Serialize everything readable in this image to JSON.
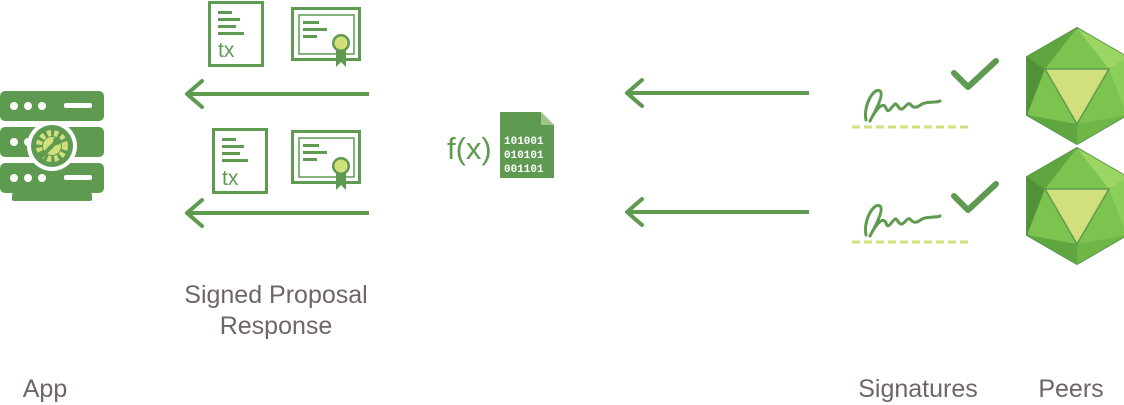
{
  "labels": {
    "app": "App",
    "signed_proposal_response": [
      "Signed Proposal",
      "Response"
    ],
    "signatures": "Signatures",
    "peers": "Peers"
  },
  "chaincode": {
    "function_label": "f(x)",
    "binary_lines": [
      "101001",
      "010101",
      "001101"
    ]
  },
  "transaction_label": "tx",
  "colors": {
    "primary_green": "#5e9a50",
    "light_green": "#d2e07c",
    "peer_green": "#7cc44f",
    "text_gray": "#6f6664",
    "white": "#ffffff"
  },
  "icons": [
    "app-server-icon",
    "settings-gear-icon",
    "transaction-document-icon",
    "certificate-icon",
    "left-arrow-icon",
    "chaincode-file-icon",
    "signature-icon",
    "checkmark-icon",
    "peer-icosahedron-icon"
  ]
}
